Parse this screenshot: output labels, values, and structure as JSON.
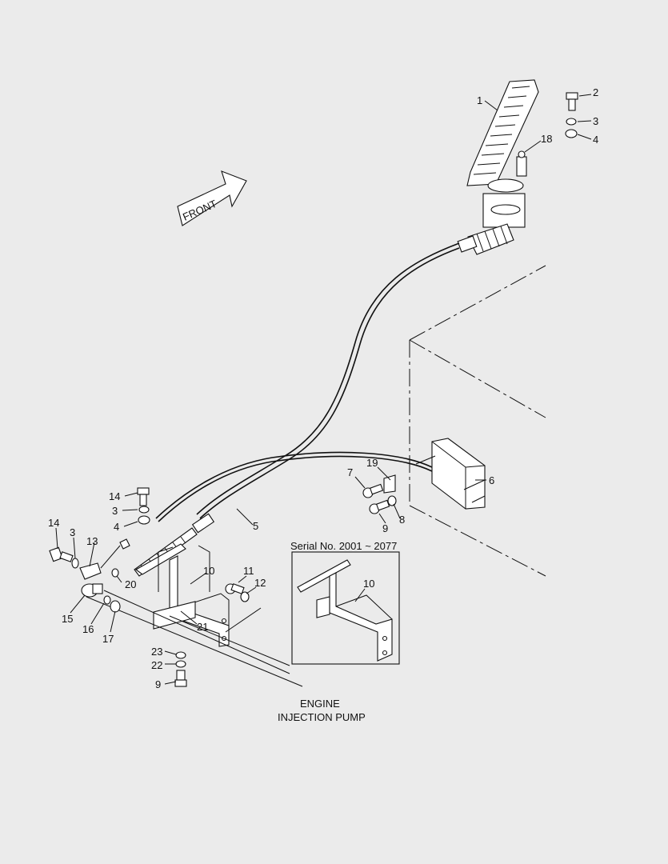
{
  "diagram": {
    "front_label": "FRONT",
    "serial_box_title": "Serial No. 2001 ~ 2077",
    "engine_label": [
      "ENGINE",
      "INJECTION PUMP"
    ],
    "callouts": {
      "c1": "1",
      "c2": "2",
      "c3a": "3",
      "c4a": "4",
      "c18": "18",
      "c5": "5",
      "c6": "6",
      "c7": "7",
      "c19": "19",
      "c9a": "9",
      "c8": "8",
      "c14a": "14",
      "c3b": "3",
      "c4b": "4",
      "c14b": "14",
      "c3c": "3",
      "c13": "13",
      "c20": "20",
      "c15": "15",
      "c16": "16",
      "c17": "17",
      "c10": "10",
      "c11": "11",
      "c12": "12",
      "c21": "21",
      "c23": "23",
      "c22": "22",
      "c9b": "9",
      "c10b": "10"
    }
  }
}
